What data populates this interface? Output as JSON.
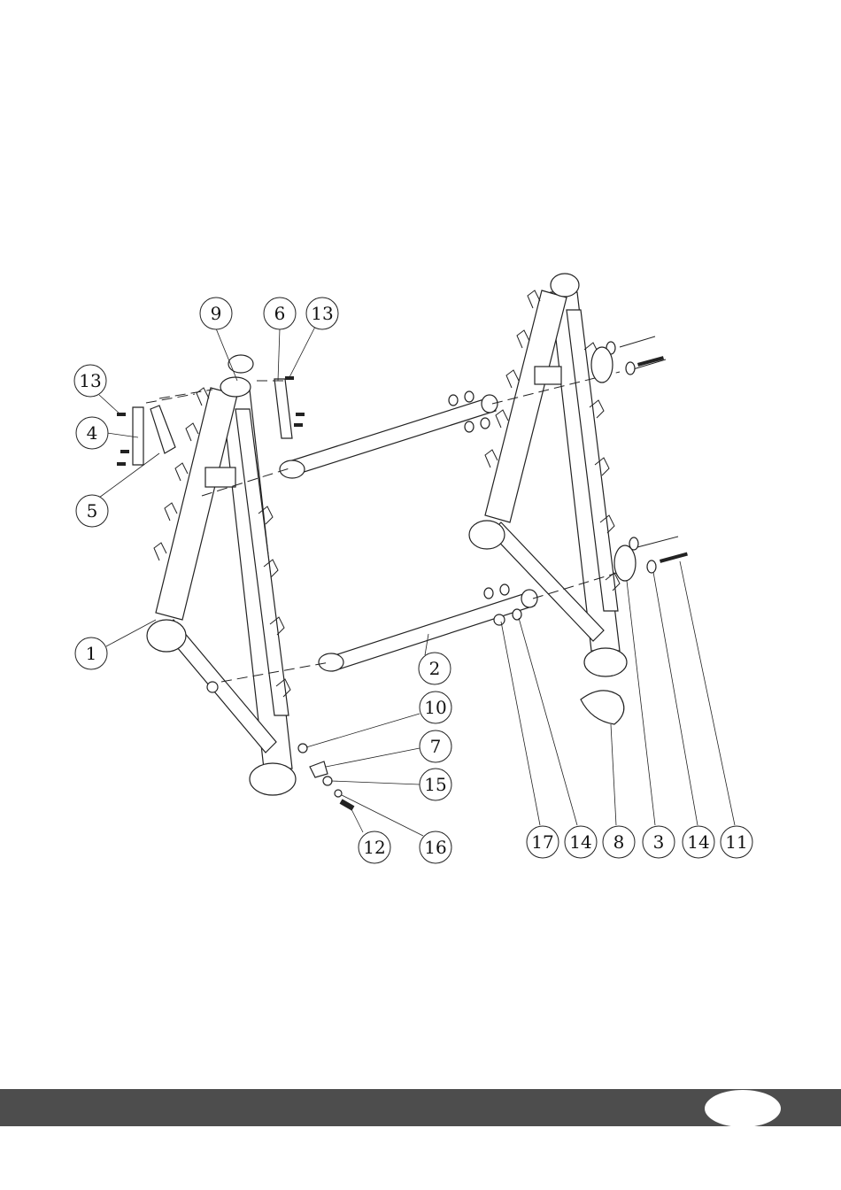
{
  "diagram": {
    "callouts": [
      {
        "id": "c9",
        "label": "9"
      },
      {
        "id": "c6",
        "label": "6"
      },
      {
        "id": "c13a",
        "label": "13"
      },
      {
        "id": "c13b",
        "label": "13"
      },
      {
        "id": "c4",
        "label": "4"
      },
      {
        "id": "c5",
        "label": "5"
      },
      {
        "id": "c1",
        "label": "1"
      },
      {
        "id": "c2",
        "label": "2"
      },
      {
        "id": "c10",
        "label": "10"
      },
      {
        "id": "c7",
        "label": "7"
      },
      {
        "id": "c15",
        "label": "15"
      },
      {
        "id": "c12",
        "label": "12"
      },
      {
        "id": "c16",
        "label": "16"
      },
      {
        "id": "c17",
        "label": "17"
      },
      {
        "id": "c14a",
        "label": "14"
      },
      {
        "id": "c8",
        "label": "8"
      },
      {
        "id": "c3",
        "label": "3"
      },
      {
        "id": "c14b",
        "label": "14"
      },
      {
        "id": "c11",
        "label": "11"
      }
    ]
  },
  "footer": {
    "bar_color": "#4d4d4d",
    "page_number": ""
  }
}
